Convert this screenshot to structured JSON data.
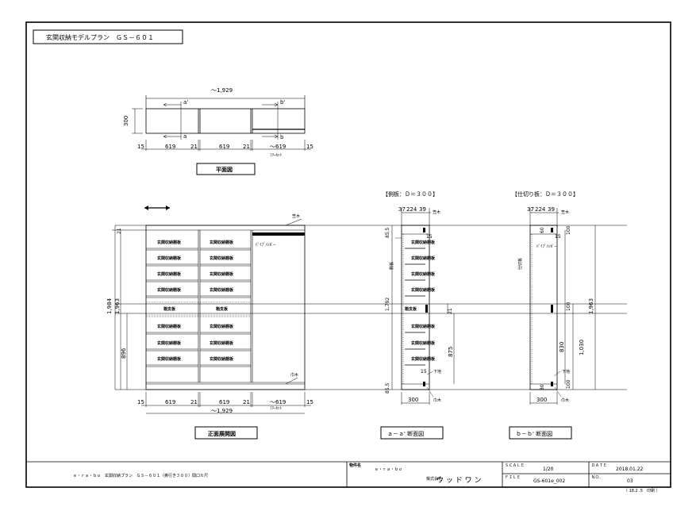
{
  "sheet": {
    "title": "玄関収納モデルプラン　ＧＳ－６０１"
  },
  "plan_view": {
    "overall_width": "～1,929",
    "depth": "300",
    "widths": [
      "15",
      "619",
      "21",
      "619",
      "21",
      "～619",
      "15"
    ],
    "free_cut": "ﾌﾘｰｶｯﾄ",
    "section_a": "a",
    "section_a_prime": "a'",
    "section_b": "b",
    "section_b_prime": "b'",
    "label": "平面図"
  },
  "elevation": {
    "label": "正面展開図",
    "overall_width": "～1,929",
    "widths": [
      "15",
      "619",
      "21",
      "619",
      "21",
      "～619",
      "15"
    ],
    "free_cut": "ﾌﾘｰｶｯﾄ",
    "total_height": "1,984",
    "inner_height": "1,963",
    "top_thickness": "21",
    "lower_height": "896",
    "kasagi": "笠木",
    "habaki": "巾木",
    "pipe_hanger": "ﾊﾟｲﾌﾟﾊﾝｶﾞｰ",
    "shelf": "玄関収納棚板",
    "counter": "箱支板"
  },
  "section_aa": {
    "header": "【側板：Ｄ＝３００】",
    "top_dims": [
      "37",
      "224",
      "39"
    ],
    "kasagi": "笠木",
    "habaki": "巾木",
    "shitaji": "下地",
    "side_panel": "側板",
    "shelf": "玄関収納棚板",
    "counter": "箱支板",
    "dims": [
      "85.5",
      "15",
      "1,792",
      "21",
      "875",
      "15",
      "85.5"
    ],
    "depth": "300",
    "label": "ａ－ａ' 断面図"
  },
  "section_bb": {
    "header": "【仕切り板：Ｄ＝３００】",
    "top_dims": [
      "37",
      "224",
      "39"
    ],
    "kasagi": "笠木",
    "habaki": "巾木",
    "shitaji": "下地",
    "partition": "仕切板",
    "pipe_hanger": "ﾊﾟｲﾌﾟﾊﾝｶﾞｰ",
    "dims": [
      "60",
      "15",
      "100",
      "1,963",
      "830",
      "1,030",
      "30",
      "100",
      "100"
    ],
    "depth": "300",
    "label": "ｂ－ｂ' 断面図"
  },
  "title_block": {
    "description": "ｅ・ｒａ・ｂｏ　玄関収納プラン　ＧＳ－６０１（奥行き３００）間口６尺",
    "client_label": "物件名",
    "client": "ｅ・ｒａ・ｂｏ",
    "company_label": "株式会社",
    "company": "ウ ッ ド ワ ン",
    "scale_label": "ＳＣＡＬＥ",
    "scale": "1/20",
    "file_label": "ＦＩＬＥ",
    "file": "GS-601e_002",
    "date_label": "ＤＡＴＥ",
    "date": "2018.01.22",
    "no_label": "ＮＯ．",
    "no": "03",
    "footnote": "（ 18.2 .5　印刷 ）"
  }
}
